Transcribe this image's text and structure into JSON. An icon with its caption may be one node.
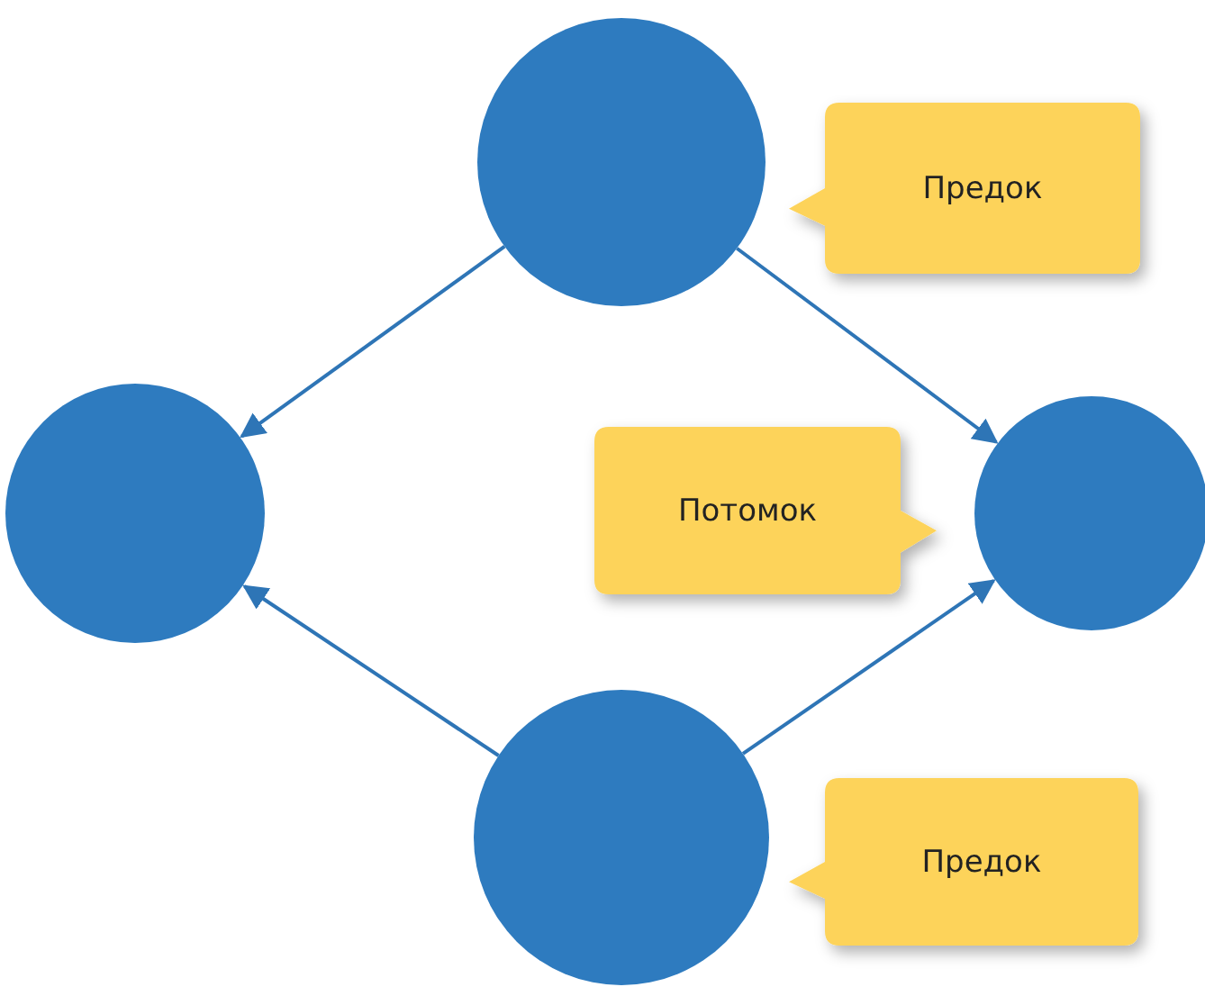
{
  "diagram": {
    "nodes": [
      {
        "text": [],
        "shape": "circle"
      },
      {
        "text": [
          "Предок"
        ]
      },
      {
        "text": [],
        "shape": "circle"
      },
      {
        "text": [
          "Потомок"
        ]
      },
      {
        "text": [],
        "shape": "circle"
      },
      {
        "text": [],
        "shape": "circle"
      },
      {
        "text": [
          "Предок"
        ]
      }
    ],
    "edges": [
      {
        "from": 0,
        "to": 2,
        "arrow": "to"
      },
      {
        "from": 0,
        "to": 4,
        "arrow": "to"
      },
      {
        "from": 5,
        "to": 2,
        "arrow": "to"
      },
      {
        "from": 5,
        "to": 4,
        "arrow": "to"
      }
    ]
  }
}
